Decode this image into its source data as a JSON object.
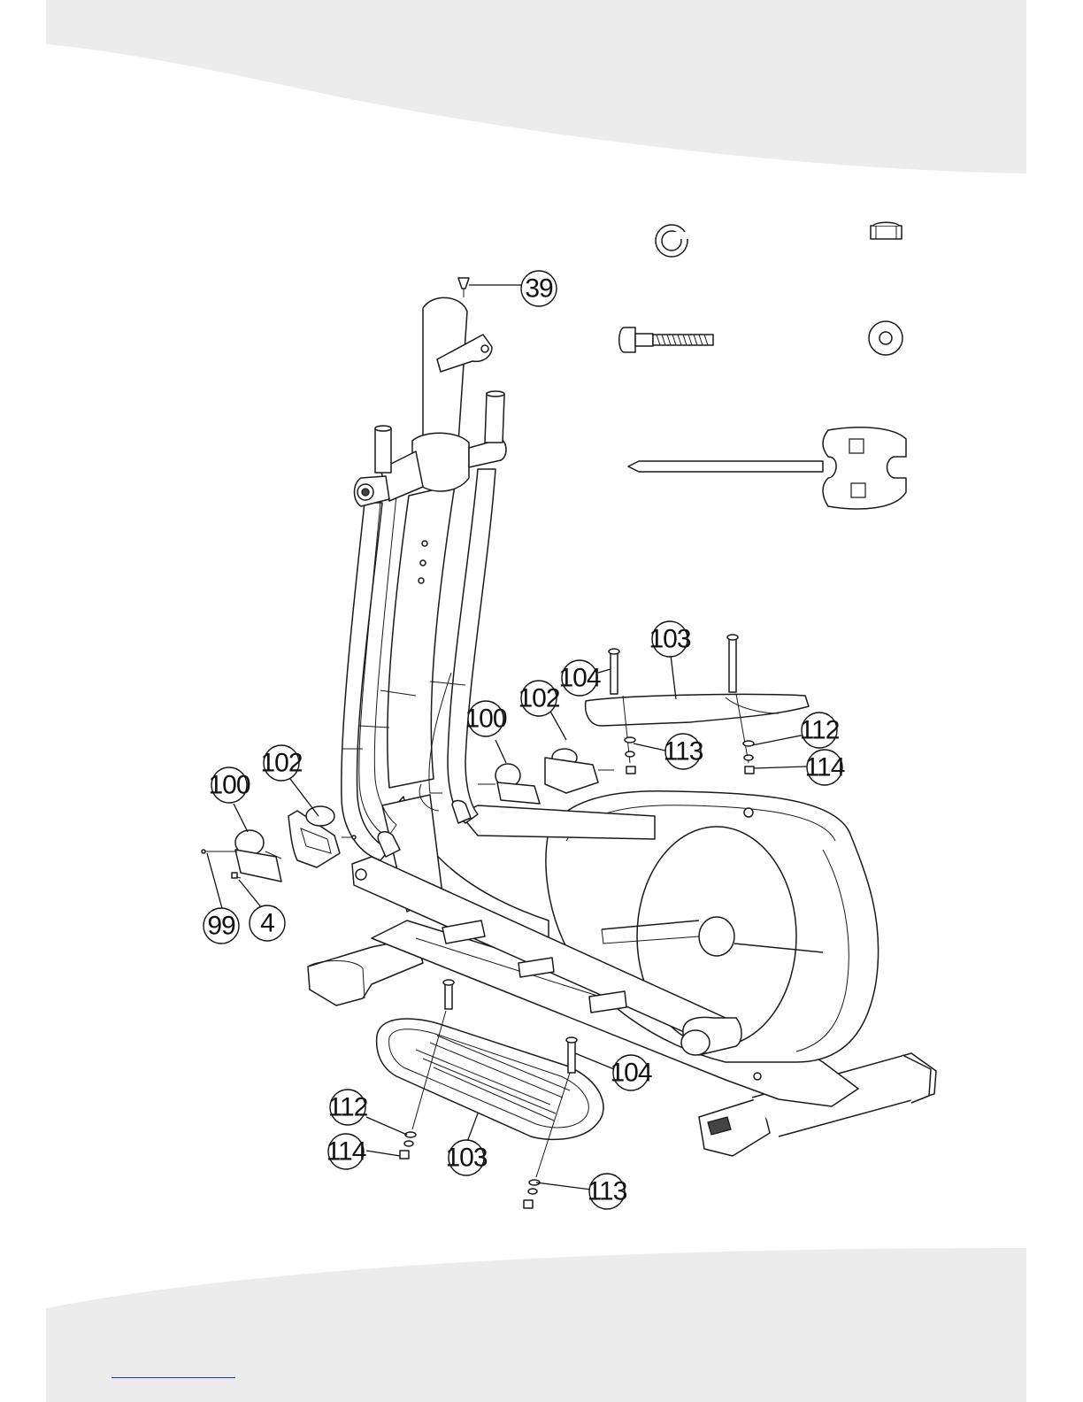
{
  "diagram": {
    "callouts": [
      {
        "id": "c39",
        "label": "39"
      },
      {
        "id": "c103a",
        "label": "103"
      },
      {
        "id": "c104a",
        "label": "104"
      },
      {
        "id": "c102a",
        "label": "102"
      },
      {
        "id": "c100a",
        "label": "100"
      },
      {
        "id": "c113a",
        "label": "113"
      },
      {
        "id": "c112a",
        "label": "112"
      },
      {
        "id": "c114a",
        "label": "114"
      },
      {
        "id": "c102b",
        "label": "102"
      },
      {
        "id": "c100b",
        "label": "100"
      },
      {
        "id": "c99",
        "label": "99"
      },
      {
        "id": "c4",
        "label": "4"
      },
      {
        "id": "c104b",
        "label": "104"
      },
      {
        "id": "c112b",
        "label": "112"
      },
      {
        "id": "c114b",
        "label": "114"
      },
      {
        "id": "c103b",
        "label": "103"
      },
      {
        "id": "c113b",
        "label": "113"
      }
    ],
    "hardware_icons": [
      "spring-washer-icon",
      "nyloc-nut-icon",
      "carriage-bolt-icon",
      "flat-washer-icon",
      "allen-wrench-tool-icon"
    ]
  },
  "colors": {
    "band": "#ececec",
    "line": "#1a1a1a",
    "link": "#2233cc"
  }
}
